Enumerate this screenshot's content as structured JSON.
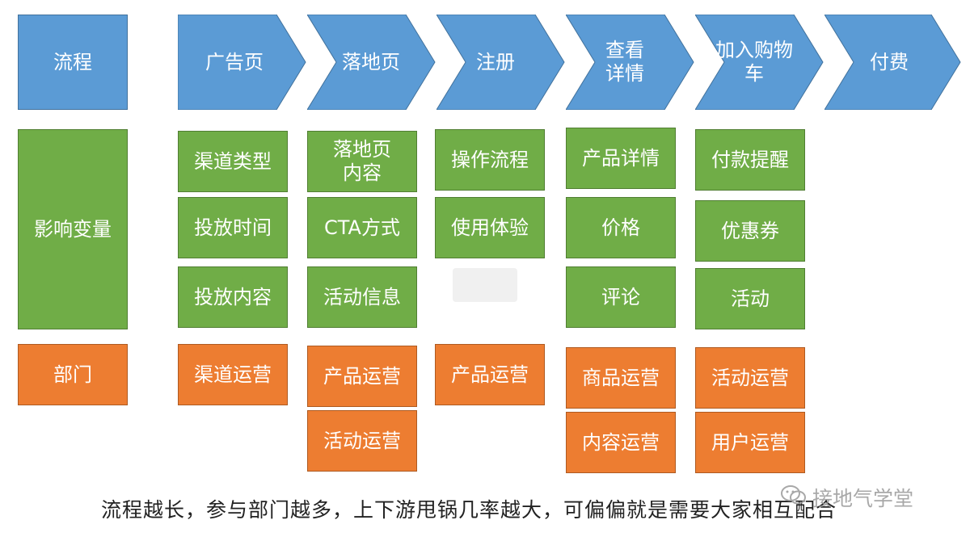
{
  "process_row": {
    "header": "流程",
    "steps": [
      "广告页",
      "落地页",
      "注册",
      "查看\n详情",
      "加入购物\n车",
      "付费"
    ]
  },
  "variables_row": {
    "header": "影响变量",
    "columns": [
      [
        "渠道类型",
        "投放时间",
        "投放内容"
      ],
      [
        "落地页\n内容",
        "CTA方式",
        "活动信息"
      ],
      [
        "操作流程",
        "使用体验"
      ],
      [
        "产品详情",
        "价格",
        "评论"
      ],
      [
        "付款提醒",
        "优惠券",
        "活动"
      ]
    ]
  },
  "departments_row": {
    "header": "部门",
    "columns": [
      [
        "渠道运营"
      ],
      [
        "产品运营",
        "活动运营"
      ],
      [
        "产品运营"
      ],
      [
        "商品运营",
        "内容运营"
      ],
      [
        "活动运营",
        "用户运营"
      ]
    ]
  },
  "caption": "流程越长，参与部门越多，上下游甩锅几率越大，可偏偏就是需要大家相互配合",
  "watermark": "接地气学堂",
  "colors": {
    "blue": "#5b9bd5",
    "green": "#70ad47",
    "orange": "#ed7d31"
  }
}
